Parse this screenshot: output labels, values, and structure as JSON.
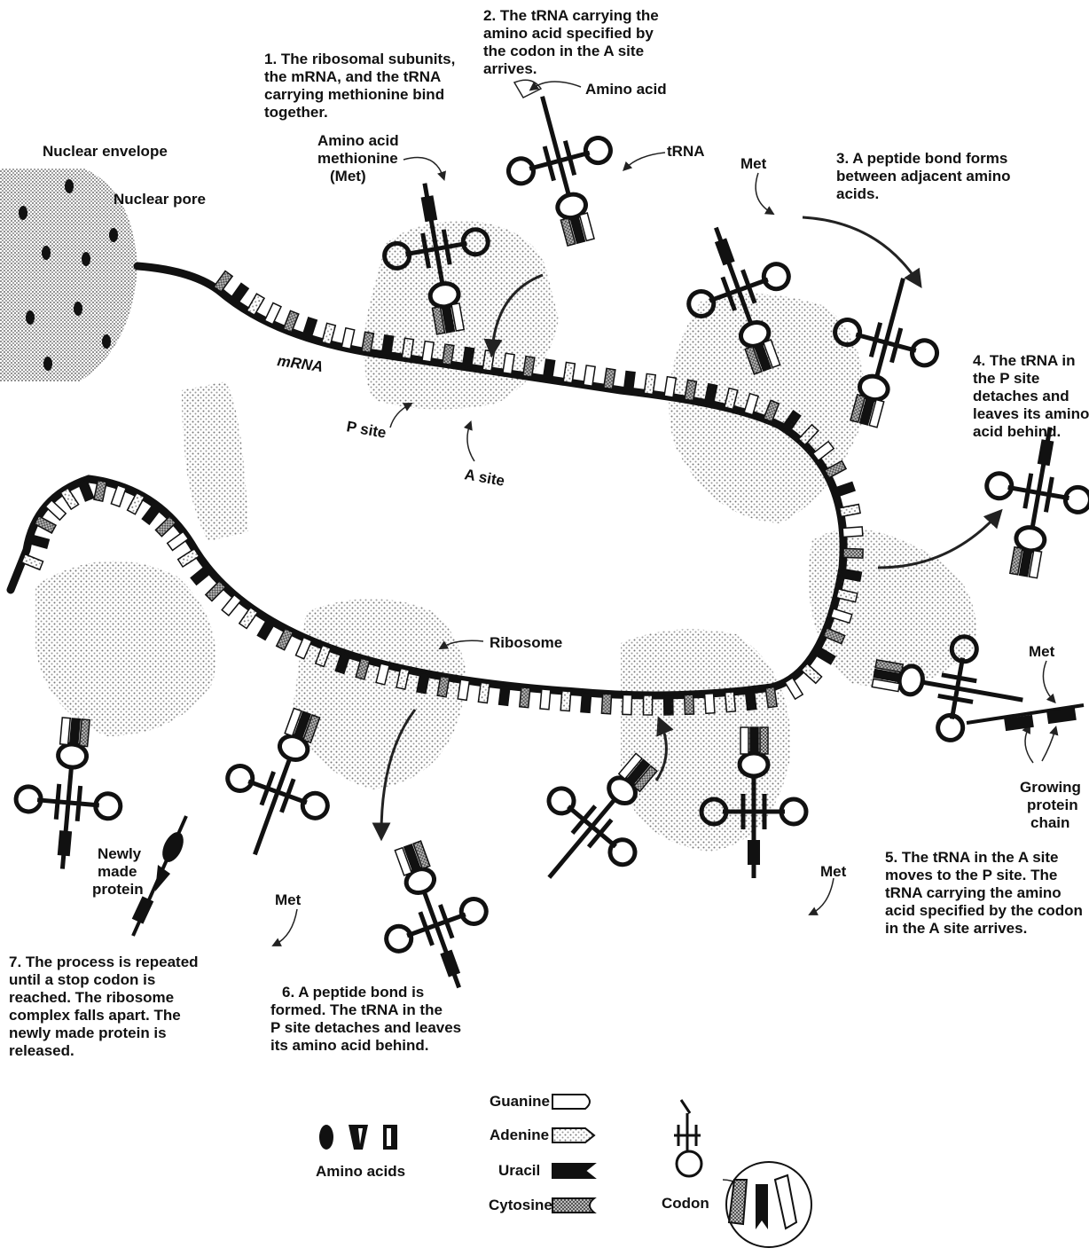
{
  "labels": {
    "nuclear_envelope": "Nuclear envelope",
    "nuclear_pore": "Nuclear pore",
    "mrna": "mRNA",
    "amino_acid_met": [
      "Amino acid",
      "methionine",
      "(Met)"
    ],
    "amino_acid": "Amino acid",
    "trna": "tRNA",
    "met": "Met",
    "p_site": "P site",
    "a_site": "A site",
    "ribosome": "Ribosome",
    "growing_chain": [
      "Growing",
      "protein",
      "chain"
    ],
    "newly_made": [
      "Newly",
      "made",
      "protein"
    ],
    "amino_acids": "Amino acids",
    "codon": "Codon"
  },
  "steps": {
    "s1": [
      "1.  The ribosomal subunits,",
      "the mRNA, and the tRNA",
      "carrying methionine bind",
      "together."
    ],
    "s2": [
      "2.  The tRNA carrying the",
      "amino acid specified by",
      "the codon in the A site",
      "arrives."
    ],
    "s3": [
      "3.  A peptide bond forms",
      "between adjacent amino",
      "acids."
    ],
    "s4": [
      "4.  The tRNA in",
      "the P site",
      "detaches and",
      "leaves its amino",
      "acid behind."
    ],
    "s5": [
      "5.  The tRNA in the A site",
      "moves to the P site.  The",
      "tRNA carrying the amino",
      "acid specified by the codon",
      "in the A site arrives."
    ],
    "s6": [
      "6.  A peptide bond is",
      "formed.  The tRNA in the",
      "P site detaches and leaves",
      "its amino acid behind."
    ],
    "s7": [
      "7.  The process is repeated",
      "until a stop codon is",
      "reached.  The ribosome",
      "complex falls apart.  The",
      "newly made protein is",
      "released."
    ]
  },
  "legend": {
    "guanine": "Guanine",
    "adenine": "Adenine",
    "uracil": "Uracil",
    "cytosine": "Cytosine"
  },
  "colors": {
    "ink": "#111111",
    "stipple": "#d9d9d9",
    "background": "#ffffff"
  }
}
